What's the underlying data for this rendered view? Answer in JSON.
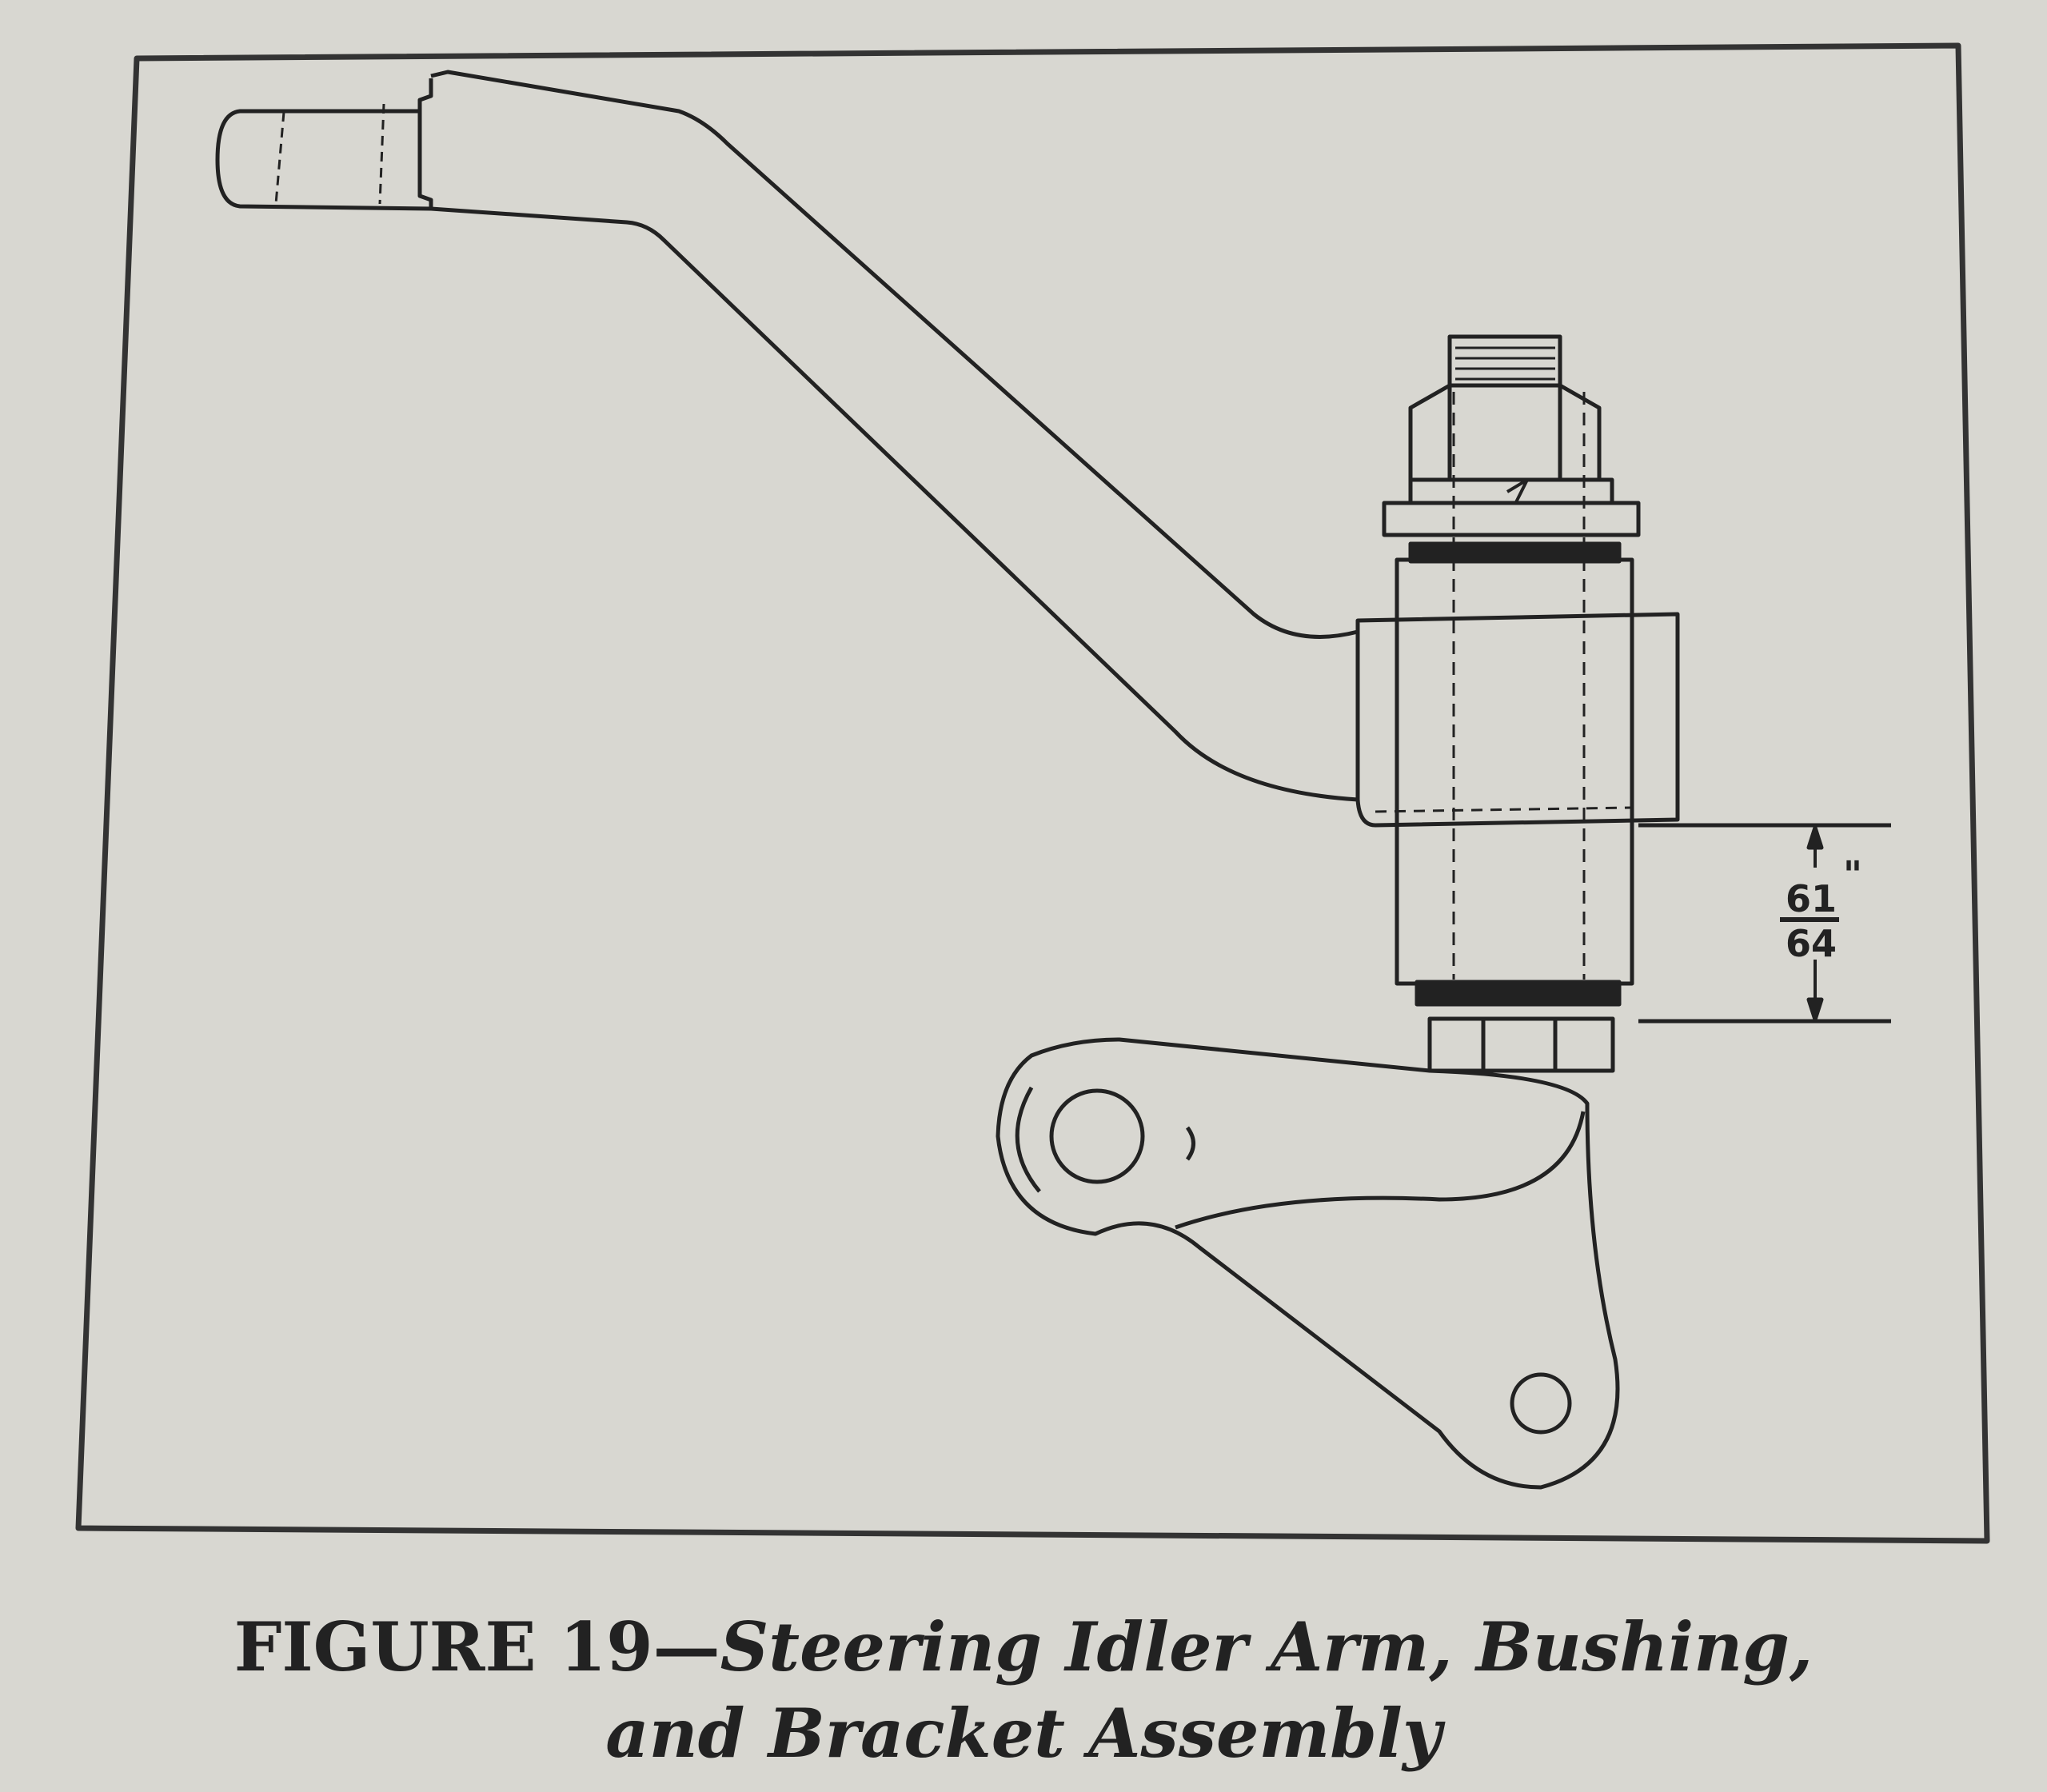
{
  "figure": {
    "caption_prefix": "FIGURE 19—",
    "caption_line1_rest": "Steering Idler Arm, Bushing,",
    "caption_line2": "and Bracket Assembly"
  },
  "dimension": {
    "numerator": "61",
    "inch_mark": "\"",
    "denominator": "64"
  },
  "colors": {
    "paper": "#d8d7d1",
    "ink": "#222222"
  }
}
